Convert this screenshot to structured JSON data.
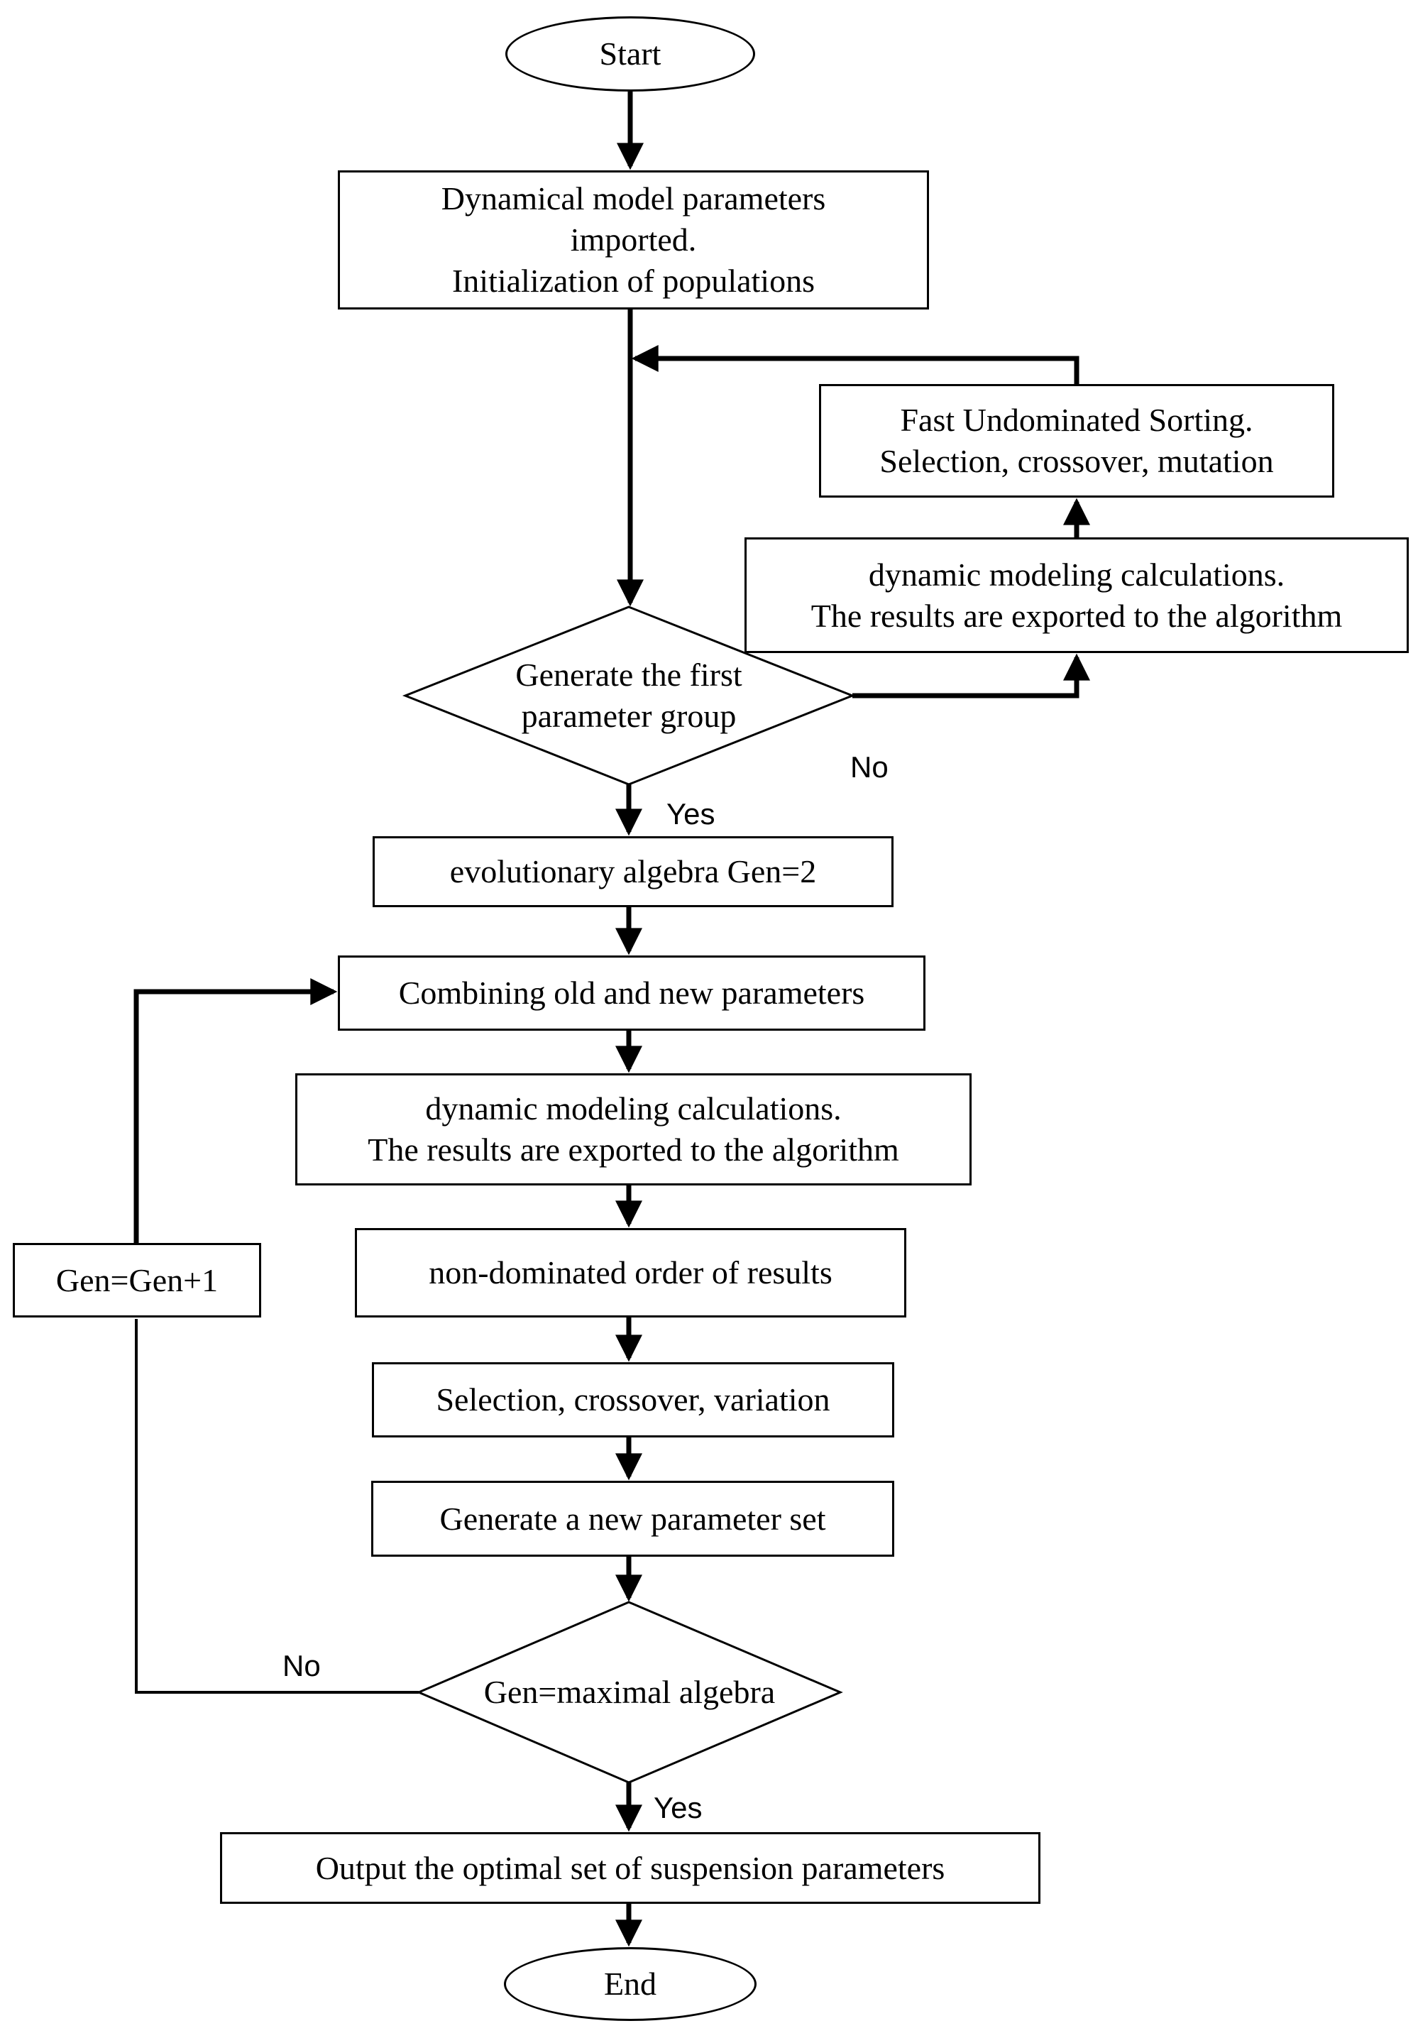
{
  "page": {
    "background": "#ffffff",
    "ink": "#000000"
  },
  "flowchart": {
    "nodes": {
      "start": "Start",
      "init": "Dynamical model parameters\nimported.\nInitialization of populations",
      "fast_sorting": "Fast Undominated Sorting.\nSelection, crossover, mutation",
      "dynamic_calc_right": "dynamic modeling calculations.\nThe results are exported to the algorithm",
      "decision_first_group": "Generate the first\nparameter group",
      "evolutionary_algebra": "evolutionary algebra Gen=2",
      "combine": "Combining old and new parameters",
      "dynamic_calc_main": "dynamic modeling calculations.\nThe results are exported to the algorithm",
      "non_dominated": "non-dominated order of results",
      "selection": "Selection, crossover, variation",
      "new_param_set": "Generate a new parameter set",
      "decision_max_algebra": "Gen=maximal algebra",
      "gen_increment": "Gen=Gen+1",
      "output": "Output the optimal set of suspension parameters",
      "end": "End"
    },
    "edge_labels": {
      "decision_first_group_yes": "Yes",
      "decision_first_group_no": "No",
      "decision_max_algebra_yes": "Yes",
      "decision_max_algebra_no": "No"
    },
    "edges": [
      {
        "from": "start",
        "to": "init"
      },
      {
        "from": "init",
        "to": "decision_first_group"
      },
      {
        "from": "decision_first_group",
        "to": "dynamic_calc_right",
        "label": "No"
      },
      {
        "from": "dynamic_calc_right",
        "to": "fast_sorting"
      },
      {
        "from": "fast_sorting",
        "to": "decision_first_group"
      },
      {
        "from": "decision_first_group",
        "to": "evolutionary_algebra",
        "label": "Yes"
      },
      {
        "from": "evolutionary_algebra",
        "to": "combine"
      },
      {
        "from": "combine",
        "to": "dynamic_calc_main"
      },
      {
        "from": "dynamic_calc_main",
        "to": "non_dominated"
      },
      {
        "from": "non_dominated",
        "to": "selection"
      },
      {
        "from": "selection",
        "to": "new_param_set"
      },
      {
        "from": "new_param_set",
        "to": "decision_max_algebra"
      },
      {
        "from": "decision_max_algebra",
        "to": "gen_increment",
        "label": "No"
      },
      {
        "from": "gen_increment",
        "to": "combine"
      },
      {
        "from": "decision_max_algebra",
        "to": "output",
        "label": "Yes"
      },
      {
        "from": "output",
        "to": "end"
      }
    ]
  }
}
